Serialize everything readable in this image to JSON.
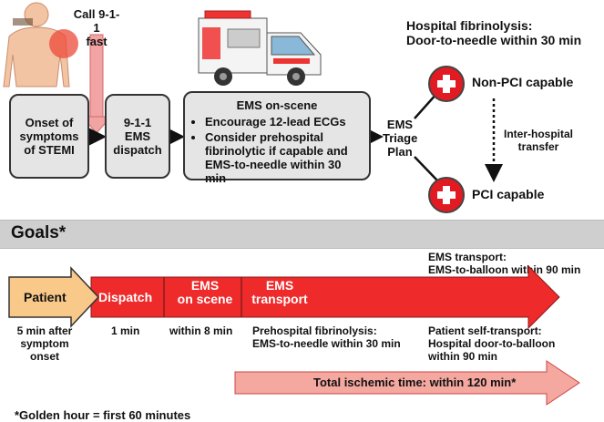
{
  "top": {
    "call_label": "Call 9-1-1\nfast",
    "box_onset": "Onset of\nsymptoms\nof STEMI",
    "box_dispatch": "9-1-1\nEMS\ndispatch",
    "box_ems_title": "EMS on-scene",
    "box_ems_bullets": [
      "Encourage 12-lead ECGs",
      "Consider prehospital fibrinolytic if capable and EMS-to-needle within 30 min"
    ],
    "triage_label": "EMS\nTriage\nPlan",
    "hospital_fibrinolysis": "Hospital fibrinolysis:\nDoor-to-needle within 30 min",
    "non_pci": "Non-PCI capable",
    "transfer": "Inter-hospital\ntransfer",
    "pci": "PCI capable"
  },
  "goals": {
    "title": "Goals*",
    "ems_transport_goal": "EMS transport:\nEMS-to-balloon within 90 min",
    "segments": {
      "patient": "Patient",
      "dispatch": "Dispatch",
      "ems_on_scene": "EMS\non scene",
      "ems_transport": "EMS\ntransport"
    },
    "below": {
      "patient": "5 min after\nsymptom\nonset",
      "dispatch": "1 min",
      "ems_on_scene": "within 8 min",
      "ems_transport": "Prehospital fibrinolysis:\nEMS-to-needle within 30 min",
      "self_transport": "Patient self-transport:\nHospital door-to-balloon\nwithin 90 min"
    },
    "total": "Total ischemic time: within 120 min*",
    "footnote": "*Golden hour = first 60 minutes"
  },
  "colors": {
    "box_fill": "#e5e5e5",
    "goals_bar": "#cfcfcf",
    "patient_fill": "#f9c98a",
    "timeline_red": "#ee2a2a",
    "total_fill": "#f4a8a0",
    "cross_red": "#e21b22",
    "pink_arrow": "#f2a3a3"
  },
  "icons": [
    "person-chest-pain-icon",
    "ambulance-icon",
    "hospital-cross-icon"
  ]
}
